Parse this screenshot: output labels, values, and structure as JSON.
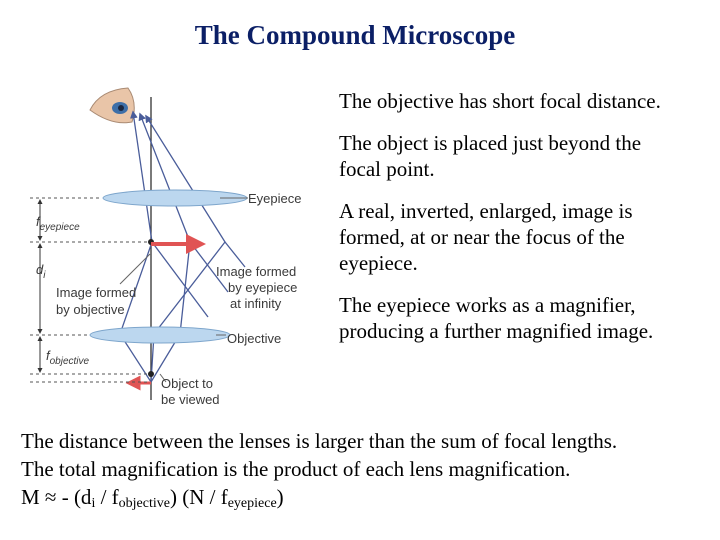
{
  "title": "The Compound Microscope",
  "diagram": {
    "labels": {
      "eyepiece": "Eyepiece",
      "f_eyepiece": "f",
      "f_eyepiece_sub": "eyepiece",
      "di": "d",
      "di_sub": "i",
      "image_objective_1": "Image formed",
      "image_objective_2": "by objective",
      "image_eyepiece_1": "Image formed",
      "image_eyepiece_2": "by eyepiece",
      "image_eyepiece_3": "at infinity",
      "objective": "Objective",
      "f_objective": "f",
      "f_objective_sub": "objective",
      "object_1": "Object to",
      "object_2": "be viewed"
    },
    "colors": {
      "lens": "#bcd7ef",
      "ray": "#4a5d9a",
      "axis": "#333333",
      "arrow": "#e05454"
    }
  },
  "bullets": [
    "The objective has short focal distance.",
    "The object is placed just beyond the focal point.",
    "A real, inverted, enlarged, image is formed, at or near the focus of the eyepiece.",
    "The eyepiece works as a magnifier, producing a further magnified image."
  ],
  "bottom": {
    "line1": "The distance between the lenses is larger than the sum of focal lengths.",
    "line2": "The total magnification is the product of each lens magnification.",
    "formula": {
      "prefix": "M ≈ - (d",
      "sub_i": "i",
      "mid1": " / f",
      "sub_obj": "objective",
      "mid2": ") (N / f",
      "sub_eye": "eyepiece",
      "suffix": ")"
    }
  }
}
